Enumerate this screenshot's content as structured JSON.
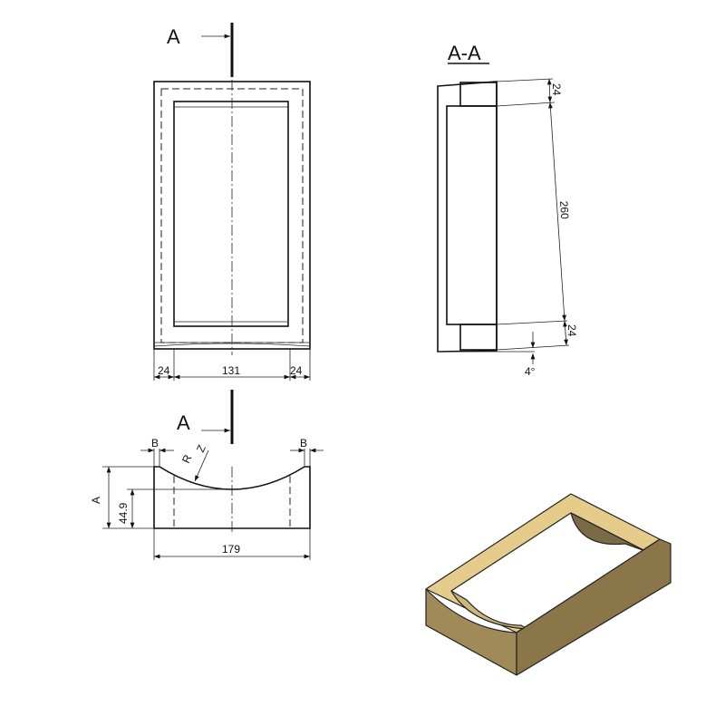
{
  "front_view": {
    "section_label_top": "A",
    "dim_left": "24",
    "dim_middle": "131",
    "dim_right": "24"
  },
  "bottom_view": {
    "section_label": "A",
    "dim_b_left": "B",
    "dim_b_right": "B",
    "radius_label": "R",
    "radius_break": "Z",
    "dim_height": "A",
    "dim_depth": "44.9",
    "dim_width": "179"
  },
  "section_view": {
    "title": "A-A",
    "dim_top": "24",
    "dim_length": "260",
    "dim_bottom": "24",
    "angle": "4°"
  },
  "model_view": {
    "color_top": "#e6cc8a",
    "color_side": "#8a7648",
    "color_front": "#a08a58"
  }
}
